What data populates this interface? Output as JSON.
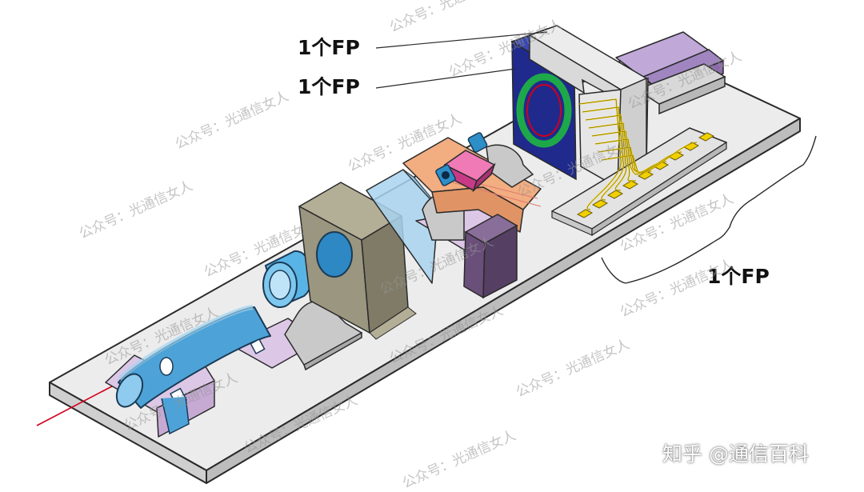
{
  "labels": {
    "top": "1个FP",
    "middle": "1个FP",
    "bottom": "1个FP"
  },
  "watermark": {
    "text": "公众号：光通信女人"
  },
  "credit": {
    "text": "知乎 @通信百科"
  },
  "colors": {
    "substrate": "#ececec",
    "fiber_ferrule": "#4da3d8",
    "lens": "#59b4e6",
    "isolator_block": "#9a9680",
    "prism": "#a8d4ee",
    "mount": "#f2ad80",
    "pink_chip": "#e5489a",
    "photodiode_block": "#6a4f7a",
    "laser_chip": "#1f2a8c",
    "submount": "#d9d9d9",
    "gold_wire": "#f0d000",
    "rf_connector": "#a085c0",
    "support_mounts": "#d8c4e0",
    "laser_beam": "#d0001a"
  }
}
